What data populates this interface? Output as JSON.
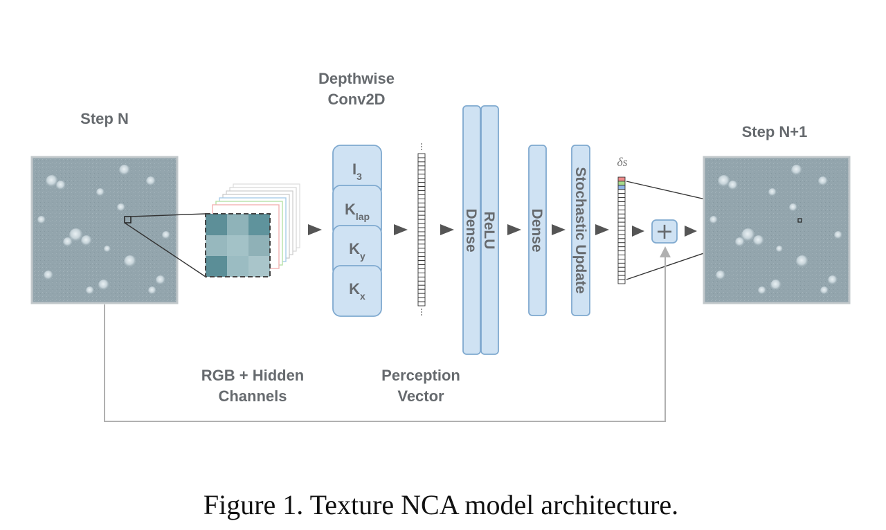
{
  "labels": {
    "step_n": "Step N",
    "step_n1": "Step N+1",
    "depthwise_line1": "Depthwise",
    "depthwise_line2": "Conv2D",
    "rgb_line1": "RGB + Hidden",
    "rgb_line2": "Channels",
    "perception_line1": "Perception",
    "perception_line2": "Vector",
    "delta_s": "δs"
  },
  "kernels": [
    {
      "main": "I",
      "sub": "3"
    },
    {
      "main": "K",
      "sub": "lap"
    },
    {
      "main": "K",
      "sub": "y"
    },
    {
      "main": "K",
      "sub": "x"
    }
  ],
  "blocks": {
    "dense1": "Dense",
    "relu": "ReLU",
    "dense2": "Dense",
    "stochastic": "Stochastic Update"
  },
  "plus_symbol": "+",
  "caption": "Figure 1. Texture NCA model architecture.",
  "colors": {
    "block_fill": "#cfe2f3",
    "block_stroke": "#7fa9cf",
    "texture_bg": "#93a5ad",
    "arrow": "#555555",
    "text": "#666a6e"
  }
}
